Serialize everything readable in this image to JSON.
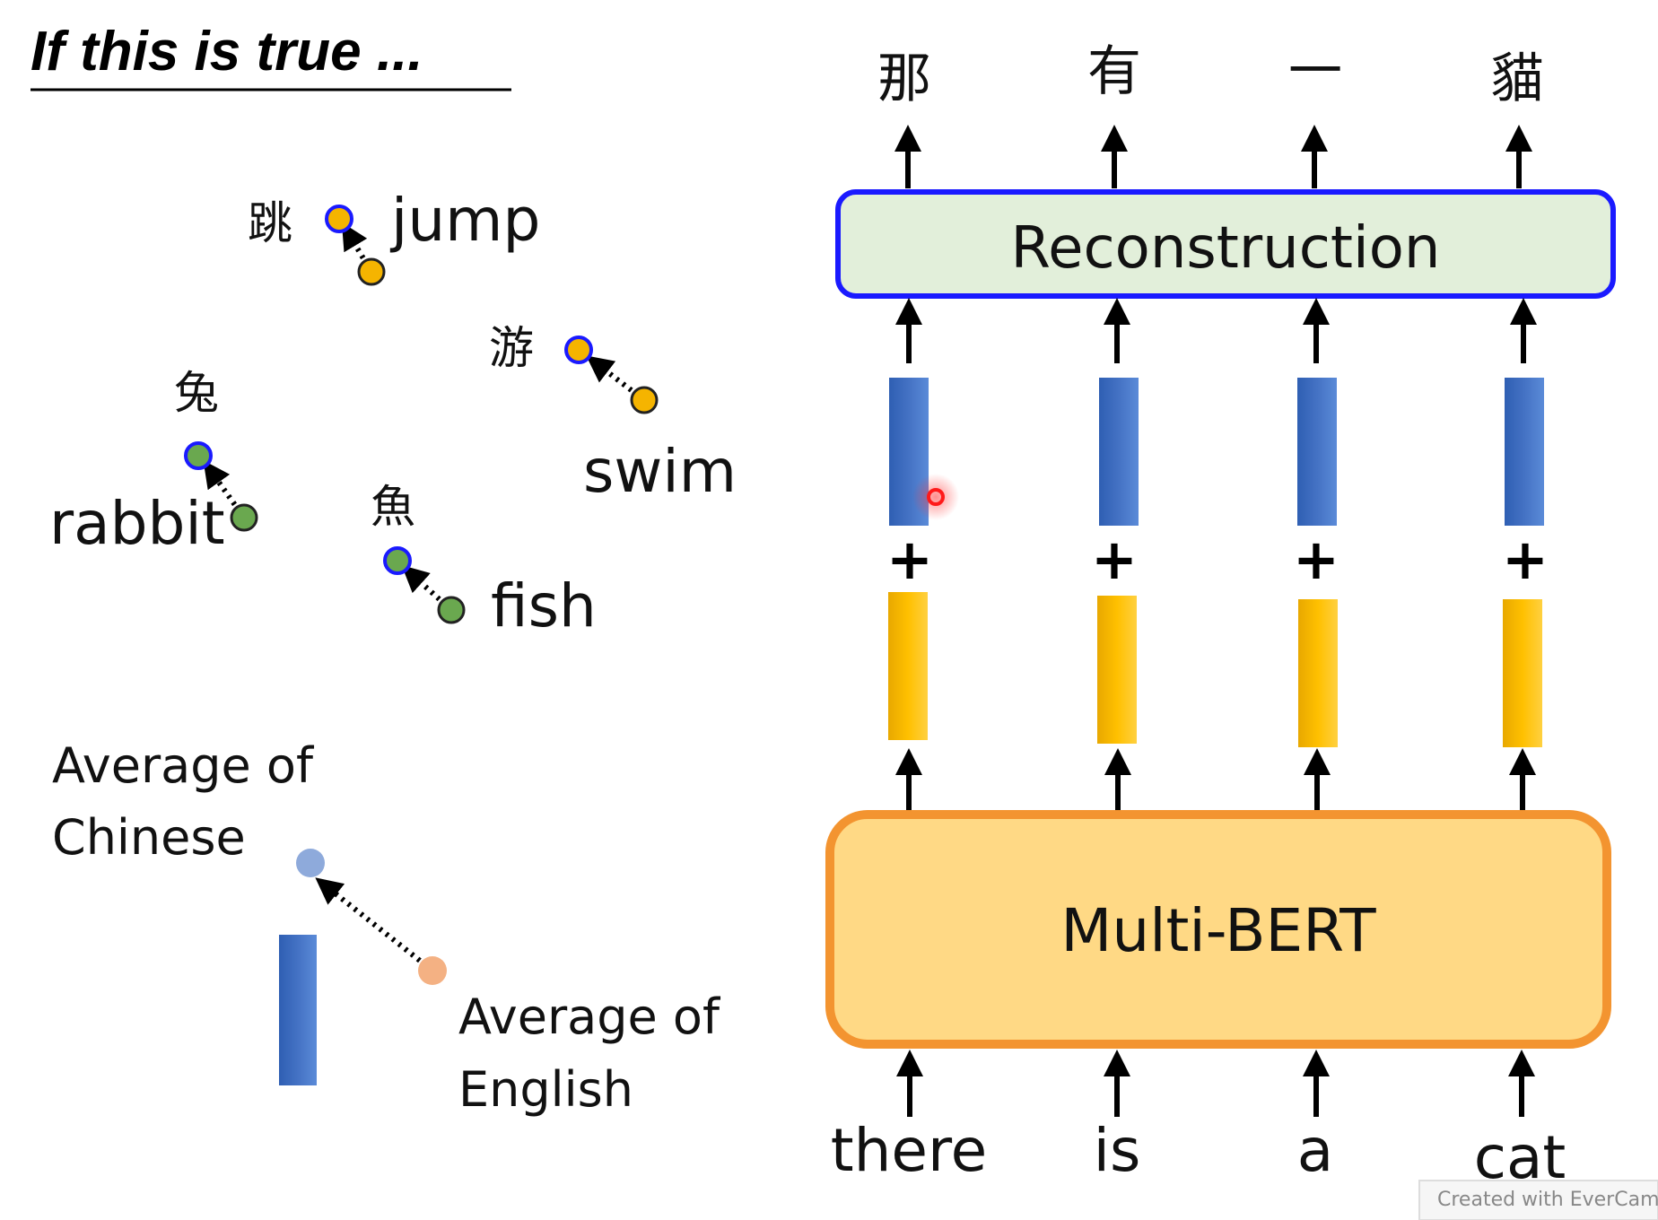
{
  "title": "If this is true ...",
  "scatter": {
    "pairs": [
      {
        "zh": "跳",
        "en": "jump",
        "dot_color": "#f5b400"
      },
      {
        "zh": "游",
        "en": "swim",
        "dot_color": "#f5b400"
      },
      {
        "zh": "兔",
        "en": "rabbit",
        "dot_color": "#6aa84f"
      },
      {
        "zh": "魚",
        "en": "fish",
        "dot_color": "#6aa84f"
      }
    ],
    "avg_chinese_label": [
      "Average of",
      "Chinese"
    ],
    "avg_english_label": [
      "Average of",
      "English"
    ],
    "avg_chinese_color": "#8eaadb",
    "avg_english_color": "#f4b183",
    "vector_color": "#4472c4"
  },
  "diagram": {
    "reconstruction_label": "Reconstruction",
    "encoder_label": "Multi-BERT",
    "outputs": [
      "那",
      "有",
      "一",
      "貓"
    ],
    "inputs": [
      "there",
      "is",
      "a",
      "cat"
    ],
    "plus_symbol": "+",
    "colors": {
      "reconstruction_fill": "#e2efda",
      "reconstruction_border": "#1a1aff",
      "encoder_fill": "#ffd985",
      "encoder_border": "#f39430",
      "blue_vector": "#4472c4",
      "yellow_vector": "#ffc000"
    }
  },
  "watermark": "Created with EverCam"
}
